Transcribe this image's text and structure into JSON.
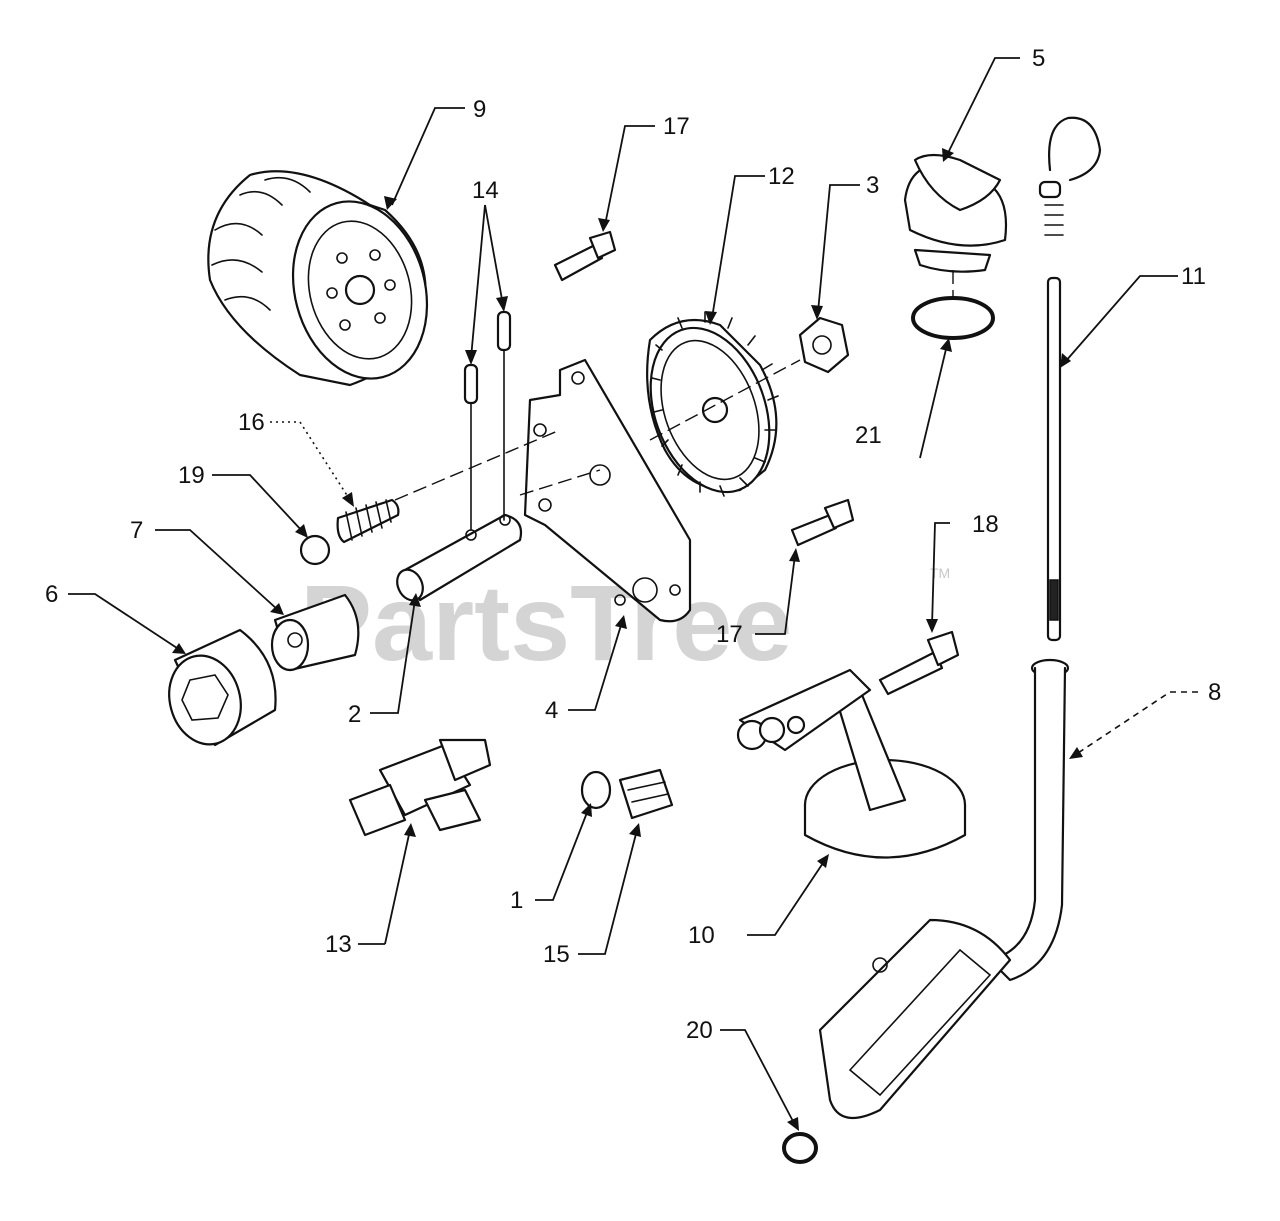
{
  "watermark": {
    "brand": "PartsTree",
    "trademark": "TM"
  },
  "callouts": {
    "c1": "1",
    "c2": "2",
    "c3": "3",
    "c4": "4",
    "c5": "5",
    "c6": "6",
    "c7": "7",
    "c8": "8",
    "c9": "9",
    "c10": "10",
    "c11": "11",
    "c12": "12",
    "c13": "13",
    "c14": "14",
    "c15": "15",
    "c16": "16",
    "c17a": "17",
    "c17b": "17",
    "c18": "18",
    "c19": "19",
    "c20": "20",
    "c21": "21"
  },
  "colors": {
    "ink": "#111111",
    "watermark": "#d4d4d4",
    "background": "#ffffff"
  }
}
